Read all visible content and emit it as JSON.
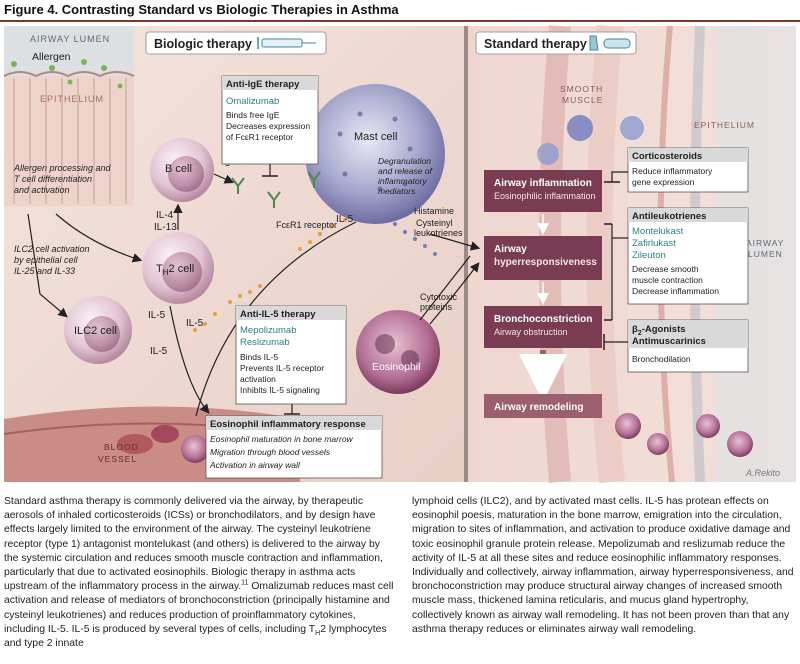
{
  "figure_title": "Figure 4. Contrasting Standard vs Biologic Therapies in Asthma",
  "biologic_panel": {
    "header": "Biologic therapy",
    "airway_lumen": "AIRWAY LUMEN",
    "allergen": "Allergen",
    "epithelium": "EPITHELIUM",
    "blood_vessel_1": "BLOOD",
    "blood_vessel_2": "VESSEL",
    "allergen_processing": [
      "Allergen processing and",
      "T cell differentiation",
      "and activation"
    ],
    "ilc2_activation": [
      "ILC2 cell activation",
      "by epithelial cell",
      "IL-25 and IL-33"
    ],
    "b_cell": "B cell",
    "th2_cell": "T",
    "th2_sub": "H",
    "th2_suffix": "2 cell",
    "ilc2_cell": "ILC2 cell",
    "mast_cell": "Mast cell",
    "eosinophil": "Eosinophil",
    "ige": "IgE",
    "fceri_receptor": "FcεR1 receptor",
    "il4": "IL-4",
    "il13": "IL-13",
    "il5": "IL-5",
    "degranulation": [
      "Degranulation",
      "and release of",
      "inflammatory",
      "mediators"
    ],
    "histamine": "Histamine",
    "cysteinyl": [
      "Cysteinyl",
      "leukotrienes"
    ],
    "cytotoxic": [
      "Cytotoxic",
      "proteins"
    ],
    "anti_ige": {
      "title": "Anti-IgE therapy",
      "drug": "Omalizumab",
      "lines": [
        "Binds free IgE",
        "Decreases expression",
        "of FcεR1 receptor"
      ]
    },
    "anti_il5": {
      "title": "Anti-IL-5 therapy",
      "drugs": [
        "Mepolizumab",
        "Reslizumab"
      ],
      "lines": [
        "Binds IL-5",
        "Prevents IL-5 receptor",
        "activation",
        "Inhibits IL-5 signaling"
      ]
    },
    "eos_response": {
      "title": "Eosinophil inflammatory response",
      "lines": [
        "Eosinophil maturation in bone marrow",
        "Migration through blood vessels",
        "Activation in airway wall"
      ]
    }
  },
  "standard_panel": {
    "header": "Standard therapy",
    "smooth_muscle": [
      "SMOOTH",
      "MUSCLE"
    ],
    "epithelium": "EPITHELIUM",
    "airway_lumen": [
      "AIRWAY",
      "LUMEN"
    ],
    "signature": "A.Rekito",
    "flow": [
      {
        "title": "Airway inflammation",
        "sub": "Eosinophilic inflammation"
      },
      {
        "title": "Airway",
        "sub": "hyperresponsiveness"
      },
      {
        "title": "Bronchoconstriction",
        "sub": "Airway obstruction"
      },
      {
        "title": "Airway remodeling",
        "sub": ""
      }
    ],
    "corticosteroids": {
      "title": "Corticosteroids",
      "lines": [
        "Reduce inflammatory",
        "gene expression"
      ]
    },
    "antileukotrienes": {
      "title": "Antileukotrienes",
      "drugs": [
        "Montelukast",
        "Zafirlukast",
        "Zileuton"
      ],
      "lines": [
        "Decrease smooth",
        "muscle contraction",
        "Decrease inflammation"
      ]
    },
    "beta_agonists": {
      "title_prefix": "β",
      "title_sub": "2",
      "title_suffix": "-Agonists",
      "title2": "Antimuscarinics",
      "lines": [
        "Bronchodilation"
      ]
    }
  },
  "caption": {
    "left": {
      "p1": "Standard asthma therapy is commonly delivered via the airway, by therapeutic aerosols of inhaled corticosteroids (ICSs) or bronchodilators, and by design have effects largely limited to the environment of the airway. The cysteinyl leukotriene receptor (type 1) antagonist montelukast (and others) is delivered to the airway by the systemic circulation and reduces smooth muscle contraction and inflammation, particularly that due to activated eosinophils. Biologic therapy in asthma acts upstream of the inflammatory process in the airway.",
      "ref": "11",
      "p2": " Omalizumab reduces mast cell activation and release of mediators of bronchoconstriction (principally histamine and cysteinyl leukotrienes) and reduces production of proinflammatory cytokines, including IL-5. IL-5 is produced by several types of cells, including T",
      "sub": "H",
      "p3": "2 lymphocytes and type 2 innate"
    },
    "right": "lymphoid cells (ILC2), and by activated mast cells. IL-5 has protean effects on eosinophil poesis, maturation in the bone marrow, emigration into the circulation, migration to sites of inflammation, and activation to produce oxidative damage and toxic eosinophil granule protein release. Mepolizumab and reslizumab reduce the activity of IL-5 at all these sites and reduce eosinophilic inflammatory responses. Individually and collectively, airway inflammation, airway hyperresponsiveness, and bronchoconstriction may produce structural airway changes of increased smooth muscle mass, thickened lamina reticularis, and mucus gland hypertrophy, collectively known as airway wall remodeling. It has not been proven than that any asthma therapy reduces or eliminates airway wall remodeling."
  }
}
